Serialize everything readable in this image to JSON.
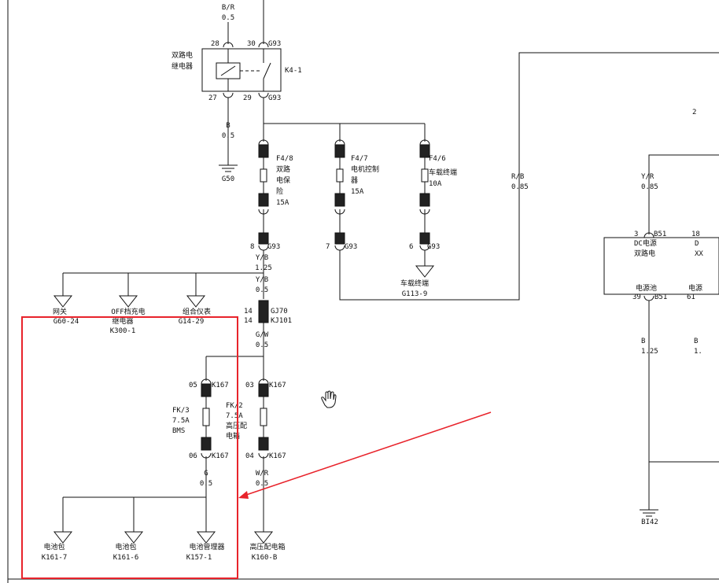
{
  "relay": {
    "label_1": "双路电",
    "label_2": "继电器",
    "id": "K4-1",
    "pins": {
      "p28": "28",
      "p30": "30",
      "p27": "27",
      "p29": "29",
      "g93": "G93"
    }
  },
  "wires": {
    "br_top": {
      "code": "B/R",
      "size": "0.5"
    },
    "b_ground": {
      "code": "B",
      "size": "0.5"
    },
    "rb": {
      "code": "R/B",
      "size": "0.85"
    },
    "yb_upper": {
      "code": "Y/B",
      "size": "1.25"
    },
    "yb_lower": {
      "code": "Y/B",
      "size": "0.5"
    },
    "gw": {
      "code": "G/W",
      "size": "0.5"
    },
    "g": {
      "code": "G",
      "size": "0.5"
    },
    "wr": {
      "code": "W/R",
      "size": "0.5"
    },
    "yr": {
      "code": "Y/R",
      "size": "0.85"
    },
    "b_right": {
      "code": "B",
      "size": "1.25"
    }
  },
  "grounds": {
    "g50": "G50",
    "bi42": "BI42"
  },
  "fuses": {
    "f48": {
      "id": "F4/8",
      "name_1": "双路",
      "name_2": "电保",
      "name_3": "险",
      "rating": "15A"
    },
    "f47": {
      "id": "F4/7",
      "name_1": "电机控制",
      "name_2": "器",
      "rating": "15A"
    },
    "f46": {
      "id": "F4/6",
      "name_1": "车载终端",
      "rating": "10A"
    },
    "fk3": {
      "id": "FK/3",
      "rating": "7.5A",
      "name": "BMS"
    },
    "fk2": {
      "id": "FK/2",
      "rating": "7.5A",
      "name_1": "高压配",
      "name_2": "电箱"
    }
  },
  "g93_pins": {
    "p8": "8",
    "p7": "7",
    "p6": "6"
  },
  "connectors": {
    "gj70": {
      "pin": "14",
      "id": "GJ70"
    },
    "kj101": {
      "pin": "14",
      "id": "KJ101"
    }
  },
  "k167": {
    "id": "K167",
    "pin_05": "05",
    "pin_06": "06",
    "pin_03": "03",
    "pin_04": "04"
  },
  "terminals": {
    "telematics": {
      "name": "车载终端",
      "code": "G113-9"
    },
    "gateway": {
      "name": "网关",
      "code": "G60-24"
    },
    "off_relay": {
      "name_1": "OFF档充电",
      "name_2": "继电器",
      "code": "K300-1"
    },
    "cluster": {
      "name": "组合仪表",
      "code": "G14-29"
    },
    "battery_pack_7": {
      "name": "电池包",
      "code": "K161-7"
    },
    "battery_pack_6": {
      "name": "电池包",
      "code": "K161-6"
    },
    "bms": {
      "name": "电池管理器",
      "code": "K157-1"
    },
    "hv_box": {
      "name": "高压配电箱",
      "code": "K160-B"
    }
  },
  "right": {
    "edge_label": "2",
    "dc_pin": "3",
    "dc_connector": "B51",
    "pin_18": "18",
    "dc_label_1": "DC电源",
    "dc_label_2": "双路电",
    "cut_1": "D",
    "cut_2": "XX",
    "battery_label": "电源池",
    "cut_3": "电源",
    "battery_pin": "39",
    "cut_4": "61",
    "cut_b": "B",
    "cut_b_size": "1."
  }
}
